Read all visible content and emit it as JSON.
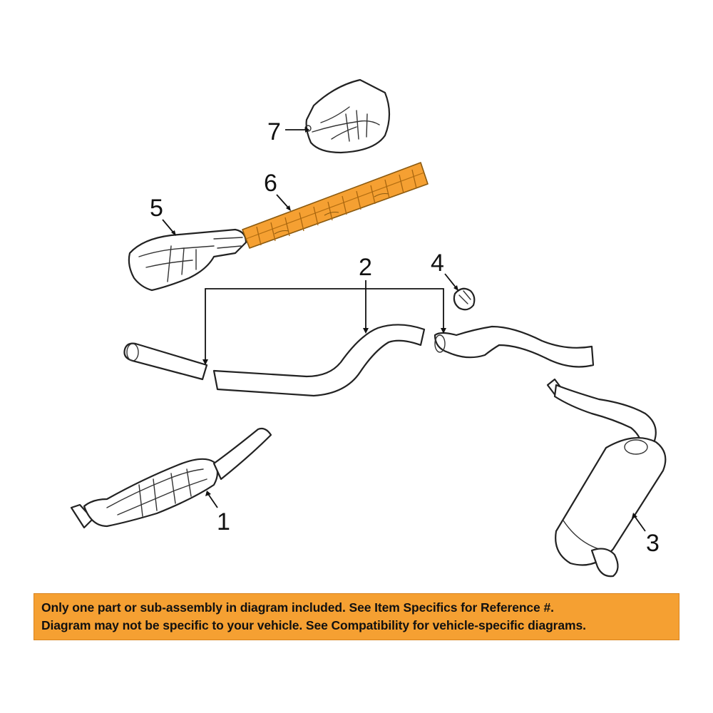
{
  "callouts": {
    "c1": "1",
    "c2": "2",
    "c3": "3",
    "c4": "4",
    "c5": "5",
    "c6": "6",
    "c7": "7"
  },
  "highlight_color": "#f5a032",
  "banner": {
    "line1": "Only one part or sub-assembly in diagram included. See Item Specifics for Reference #.",
    "line2": "Diagram may not be specific to your vehicle. See Compatibility for vehicle-specific diagrams."
  }
}
